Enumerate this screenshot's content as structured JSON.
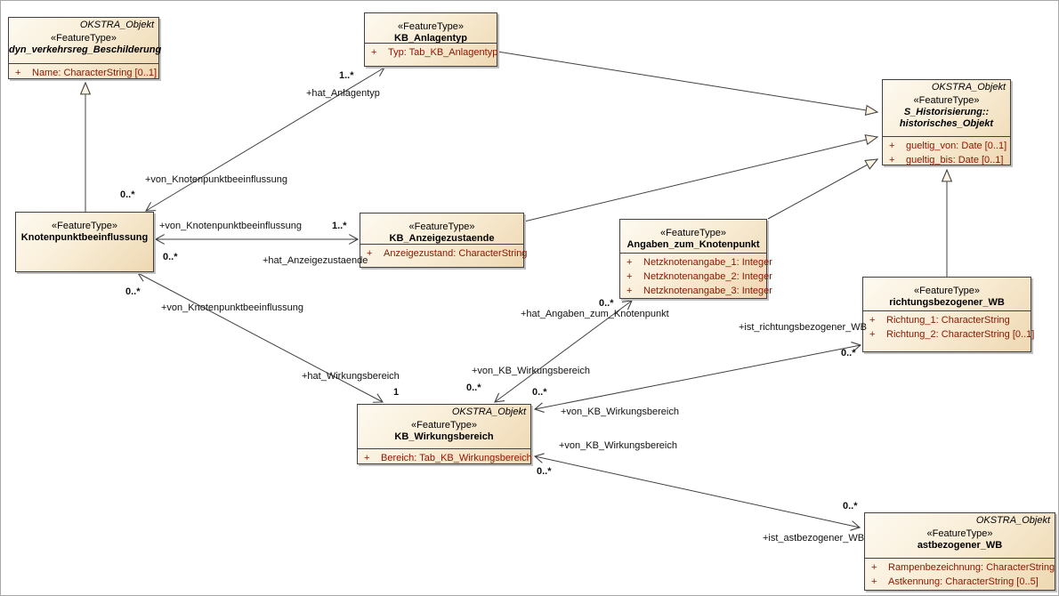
{
  "diagram_type": "uml-class-diagram",
  "colors": {
    "box_fill_light": "#fefaf1",
    "box_fill_dark": "#eed8b2",
    "box_border": "#404040",
    "attribute_text": "#8b1500",
    "edge_line": "#404040"
  },
  "classes": {
    "dyn_verkehrsreg_beschilderung": {
      "tag": "OKSTRA_Objekt",
      "stereotype": "«FeatureType»",
      "name": "dyn_verkehrsreg_Beschilderung",
      "attributes": [
        {
          "vis": "+",
          "text": "Name: CharacterString [0..1]"
        }
      ]
    },
    "kb_anlagentyp": {
      "stereotype": "«FeatureType»",
      "name": "KB_Anlagentyp",
      "attributes": [
        {
          "vis": "+",
          "text": "Typ: Tab_KB_Anlagentyp"
        }
      ]
    },
    "historisches_objekt": {
      "tag": "OKSTRA_Objekt",
      "stereotype": "«FeatureType»",
      "name_line1": "S_Historisierung::",
      "name_line2": "historisches_Objekt",
      "attributes": [
        {
          "vis": "+",
          "text": "gueltig_von: Date [0..1]"
        },
        {
          "vis": "+",
          "text": "gueltig_bis: Date [0..1]"
        }
      ]
    },
    "knotenpunktbeeinflussung": {
      "stereotype": "«FeatureType»",
      "name": "Knotenpunktbeeinflussung",
      "attributes": []
    },
    "kb_anzeigezustaende": {
      "stereotype": "«FeatureType»",
      "name": "KB_Anzeigezustaende",
      "attributes": [
        {
          "vis": "+",
          "text": "Anzeigezustand: CharacterString"
        }
      ]
    },
    "angaben_zum_knotenpunkt": {
      "stereotype": "«FeatureType»",
      "name": "Angaben_zum_Knotenpunkt",
      "attributes": [
        {
          "vis": "+",
          "text": "Netzknotenangabe_1: Integer"
        },
        {
          "vis": "+",
          "text": "Netzknotenangabe_2: Integer"
        },
        {
          "vis": "+",
          "text": "Netzknotenangabe_3: Integer"
        }
      ]
    },
    "richtungsbezogener_wb": {
      "stereotype": "«FeatureType»",
      "name": "richtungsbezogener_WB",
      "attributes": [
        {
          "vis": "+",
          "text": "Richtung_1: CharacterString"
        },
        {
          "vis": "+",
          "text": "Richtung_2: CharacterString [0..1]"
        }
      ]
    },
    "kb_wirkungsbereich": {
      "tag": "OKSTRA_Objekt",
      "stereotype": "«FeatureType»",
      "name": "KB_Wirkungsbereich",
      "attributes": [
        {
          "vis": "+",
          "text": "Bereich: Tab_KB_Wirkungsbereich"
        }
      ]
    },
    "astbezogener_wb": {
      "tag": "OKSTRA_Objekt",
      "stereotype": "«FeatureType»",
      "name": "astbezogener_WB",
      "attributes": [
        {
          "vis": "+",
          "text": "Rampenbezeichnung: CharacterString"
        },
        {
          "vis": "+",
          "text": "Astkennung: CharacterString [0..5]"
        }
      ]
    }
  },
  "associations": {
    "hat_anlagentyp": {
      "role": "+hat_Anlagentyp",
      "mult": "1..*",
      "back_role": "+von_Knotenpunktbeeinflussung",
      "back_mult": "0..*"
    },
    "hat_anzeigezustaende": {
      "role": "+hat_Anzeigezustaende",
      "mult": "1..*",
      "back_role": "+von_Knotenpunktbeeinflussung",
      "back_mult": "0..*"
    },
    "hat_wirkungsbereich": {
      "role": "+hat_Wirkungsbereich",
      "mult": "1",
      "back_role": "+von_Knotenpunktbeeinflussung",
      "back_mult": "0..*"
    },
    "hat_angaben_zum_knotenpunkt": {
      "role": "+hat_Angaben_zum_Knotenpunkt",
      "mult": "0..*",
      "back_role": "+von_KB_Wirkungsbereich",
      "back_mult": "0..*"
    },
    "ist_richtungsbezogener_wb": {
      "role": "+ist_richtungsbezogener_WB",
      "mult": "0..*",
      "back_role": "+von_KB_Wirkungsbereich",
      "back_mult": "0..*"
    },
    "ist_astbezogener_wb": {
      "role": "+ist_astbezogener_WB",
      "mult": "0..*",
      "back_role": "+von_KB_Wirkungsbereich",
      "back_mult": "0..*"
    }
  }
}
